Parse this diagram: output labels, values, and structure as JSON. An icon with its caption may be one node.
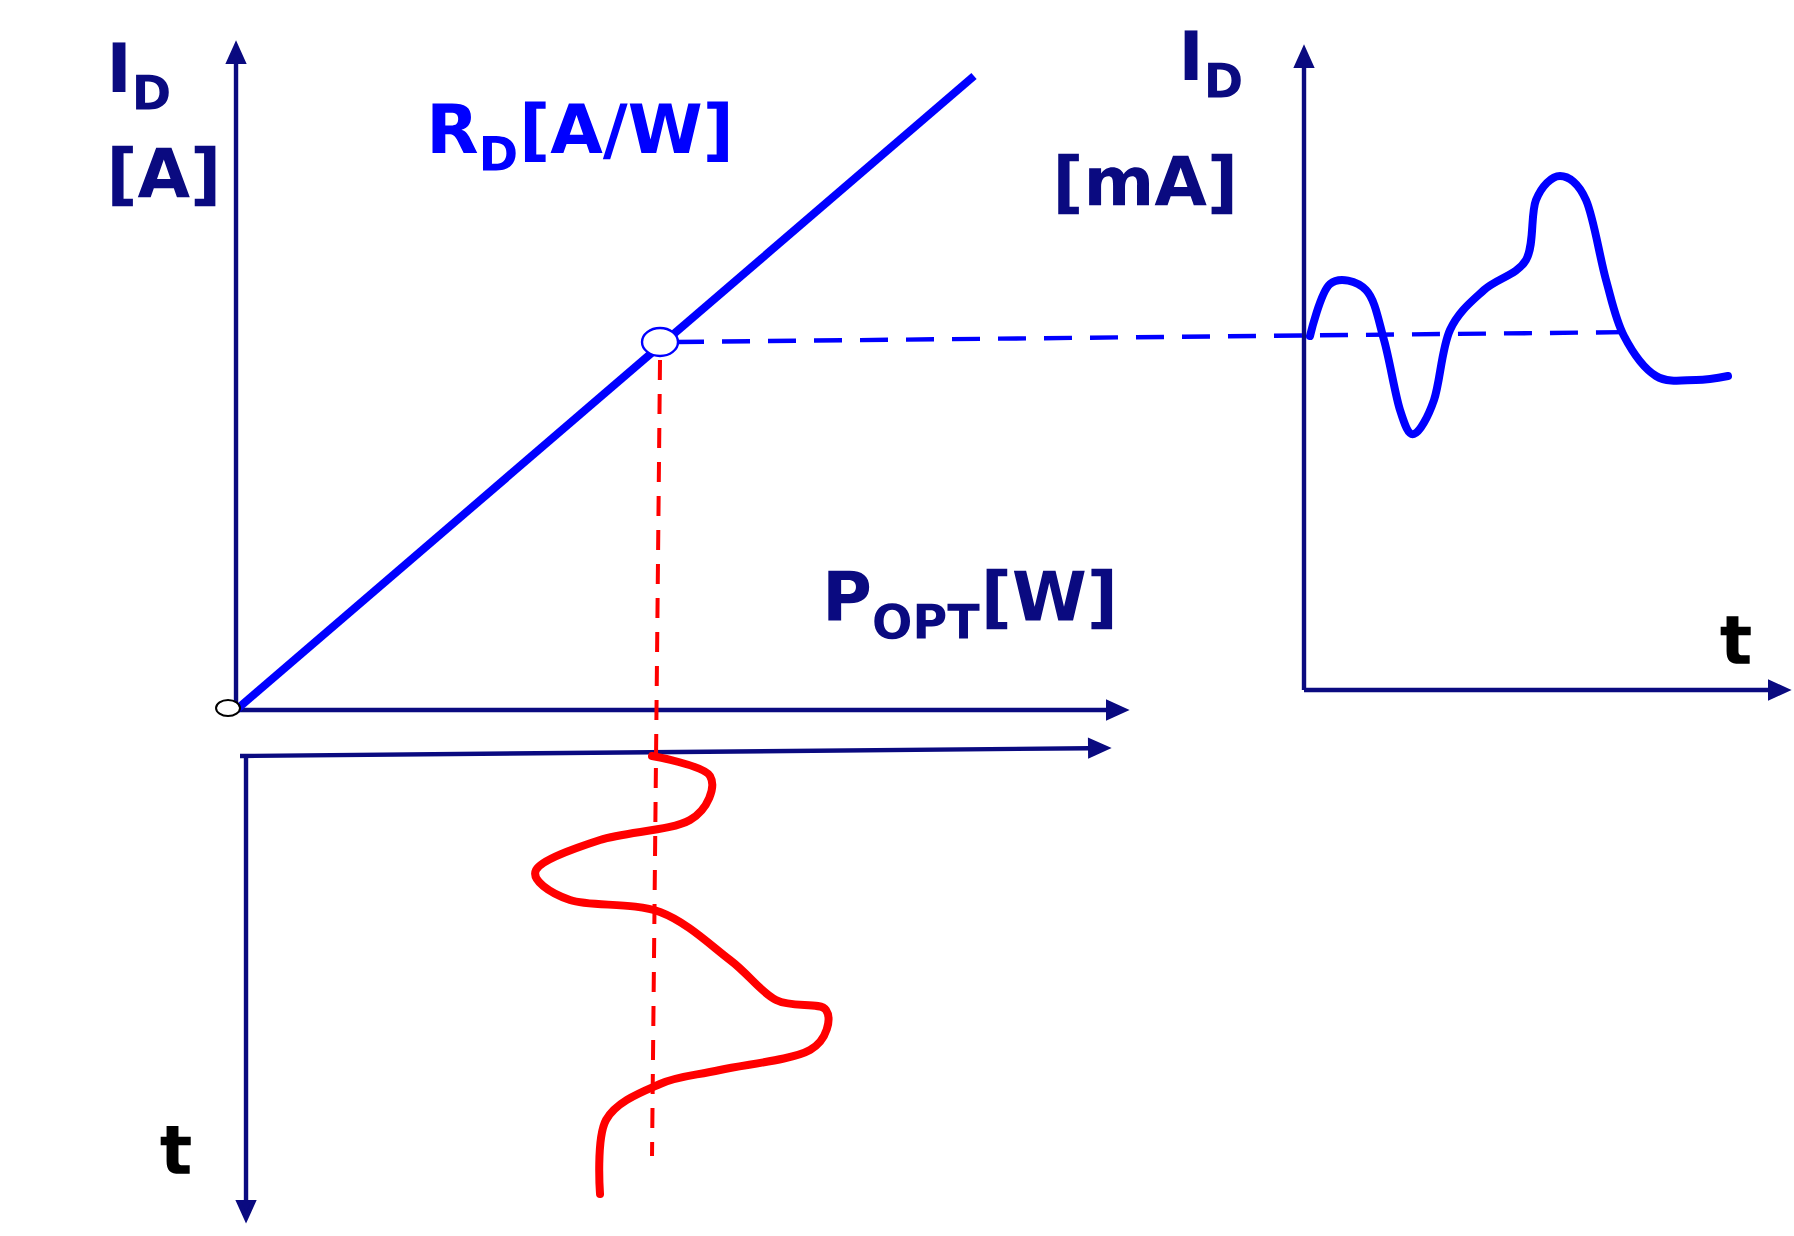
{
  "diagram": {
    "labels": [
      "I$_{D}$",
      "[A]",
      "R$_{D}$[A/W]",
      "I$_{D}$",
      "[mA]",
      "P$_{OPT}$[W]",
      "t",
      "t"
    ]
  }
}
